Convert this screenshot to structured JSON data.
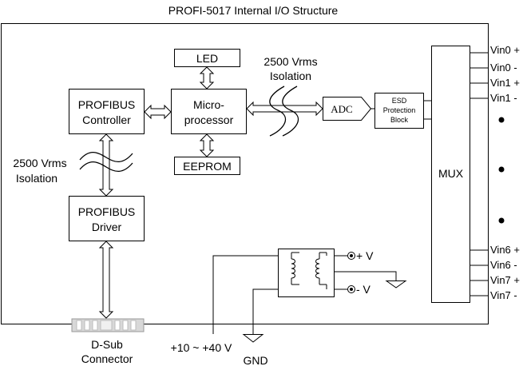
{
  "title": "PROFI-5017 Internal I/O Structure",
  "blocks": {
    "led": "LED",
    "microprocessor": [
      "Micro-",
      "processor"
    ],
    "eeprom": "EEPROM",
    "profibus_controller": [
      "PROFIBUS",
      "Controller"
    ],
    "profibus_driver": [
      "PROFIBUS",
      "Driver"
    ],
    "adc": "ADC",
    "esd": [
      "ESD",
      "Protection",
      "Block"
    ],
    "mux": "MUX"
  },
  "isolation_top": [
    "2500 Vrms",
    "Isolation"
  ],
  "isolation_left": [
    "2500 Vrms",
    "Isolation"
  ],
  "inputs": [
    "Vin0 +",
    "Vin0 -",
    "Vin1 +",
    "Vin1 -",
    "Vin6 +",
    "Vin6 -",
    "Vin7 +",
    "Vin7 -"
  ],
  "power": {
    "plus_v": "+ V",
    "minus_v": "- V",
    "supply": "+10 ~ +40 V",
    "gnd": "GND"
  },
  "connector": [
    "D-Sub",
    "Connector"
  ]
}
